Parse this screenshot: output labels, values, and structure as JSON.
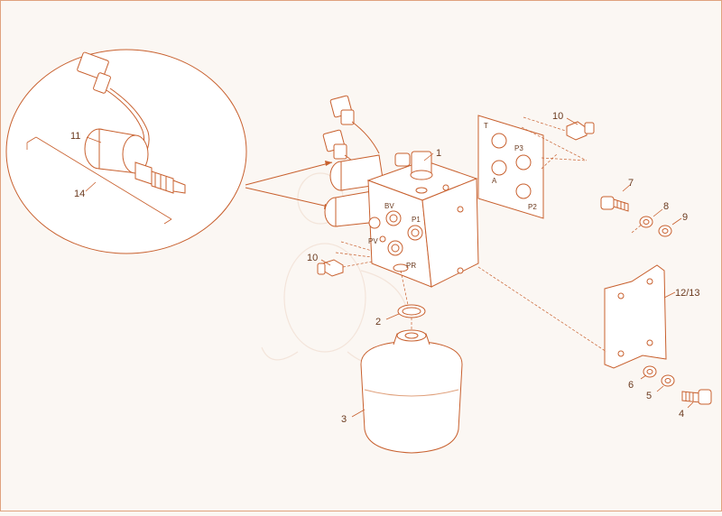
{
  "colors": {
    "line": "#c8602e",
    "line_light": "#e0a27e",
    "fill": "#ffffff",
    "fill_tint": "#fdf1e8",
    "background": "#fbf7f3",
    "label": "#6b3a1e"
  },
  "callouts": {
    "c1": "1",
    "c2": "2",
    "c3": "3",
    "c4": "4",
    "c5": "5",
    "c6": "6",
    "c7": "7",
    "c8": "8",
    "c9": "9",
    "c10a": "10",
    "c10b": "10",
    "c11": "11",
    "c12_13": "12/13",
    "c14": "14"
  },
  "ports": {
    "bv": "BV",
    "p1": "P1",
    "pv": "PV",
    "pr": "PR",
    "t": "T",
    "p3": "P3",
    "a": "A",
    "p2": "P2"
  }
}
